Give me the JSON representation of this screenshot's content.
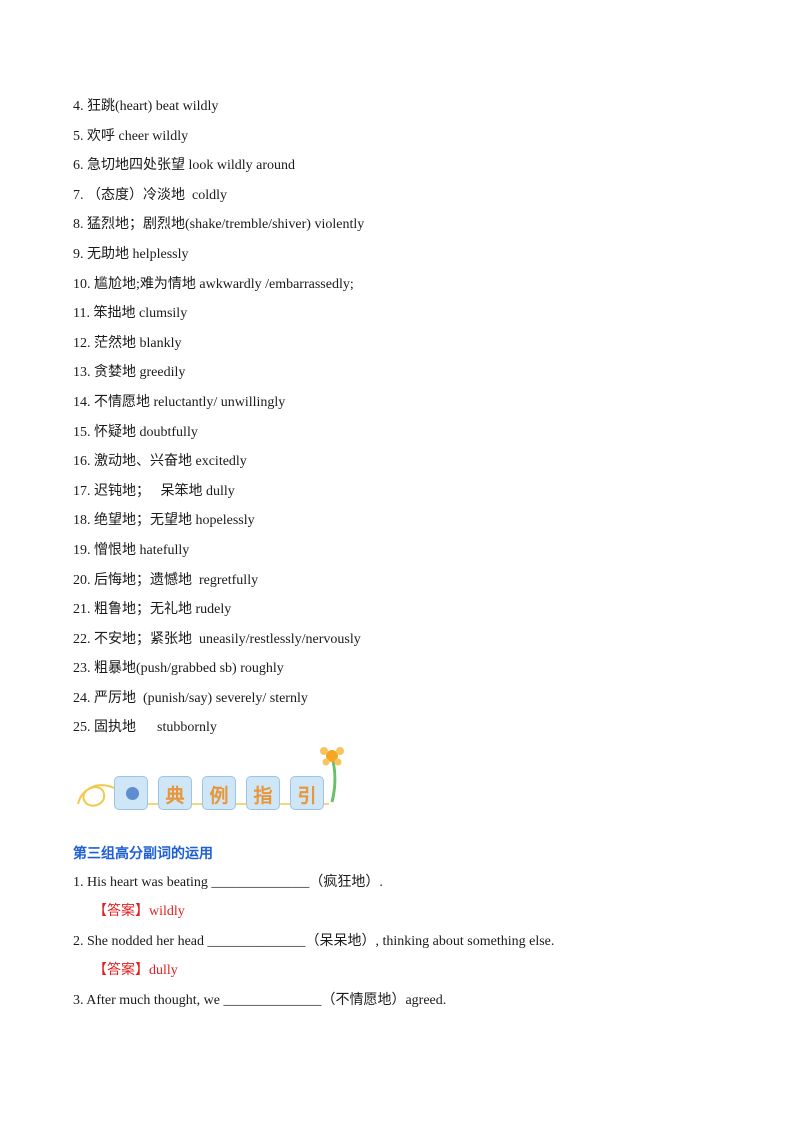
{
  "vocab_list": [
    "4. 狂跳(heart) beat wildly",
    "5. 欢呼 cheer wildly",
    "6. 急切地四处张望 look wildly around",
    "7. （态度）冷淡地  coldly",
    "8. 猛烈地；剧烈地(shake/tremble/shiver) violently",
    "9. 无助地 helplessly",
    "10. 尴尬地;难为情地 awkwardly /embarrassedly;",
    "11. 笨拙地 clumsily",
    "12. 茫然地 blankly",
    "13. 贪婪地 greedily",
    "14. 不情愿地 reluctantly/ unwillingly",
    "15. 怀疑地 doubtfully",
    "16. 激动地、兴奋地 excitedly",
    "17. 迟钝地；   呆笨地 dully",
    "18. 绝望地；无望地 hopelessly",
    "19. 憎恨地 hatefully",
    "20. 后悔地；遗憾地  regretfully",
    "21. 粗鲁地；无礼地 rudely",
    "22. 不安地；紧张地  uneasily/restlessly/nervously",
    "23. 粗暴地(push/grabbed sb) roughly",
    "24. 严厉地  (punish/say) severely/ sternly",
    "25. 固执地      stubbornly"
  ],
  "banner": {
    "chars": [
      "典",
      "例",
      "指",
      "引"
    ]
  },
  "section_title": "第三组高分副词的运用",
  "questions": [
    {
      "text": "1. His heart was beating ______________（疯狂地）.",
      "answer": "【答案】wildly"
    },
    {
      "text": "2. She nodded her head ______________（呆呆地）, thinking about something else.",
      "answer": "【答案】dully"
    },
    {
      "text": "3. After much thought, we ______________（不情愿地）agreed."
    }
  ],
  "colors": {
    "section_title": "#1f5fd6",
    "answer": "#e02020",
    "tile_fill": "#cfe6f6",
    "tile_char": "#e7963a",
    "dot": "#5e8ed0"
  }
}
